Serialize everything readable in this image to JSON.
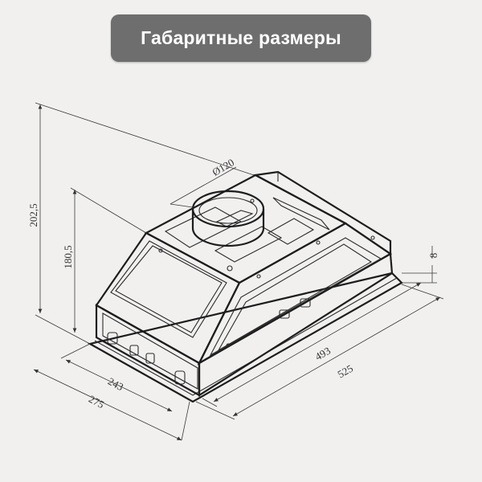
{
  "title": "Габаритные размеры",
  "dimensions": {
    "height_total": "202,5",
    "height_body": "180,5",
    "duct_diameter": "Ø120",
    "flange": "8",
    "length_inner": "493",
    "length_outer": "525",
    "depth_inner": "243",
    "depth_outer": "275"
  },
  "colors": {
    "background": "#f1f0ef",
    "badge": "#6e6e6e",
    "badge_text": "#ffffff",
    "lines": "#2b2b2b"
  }
}
